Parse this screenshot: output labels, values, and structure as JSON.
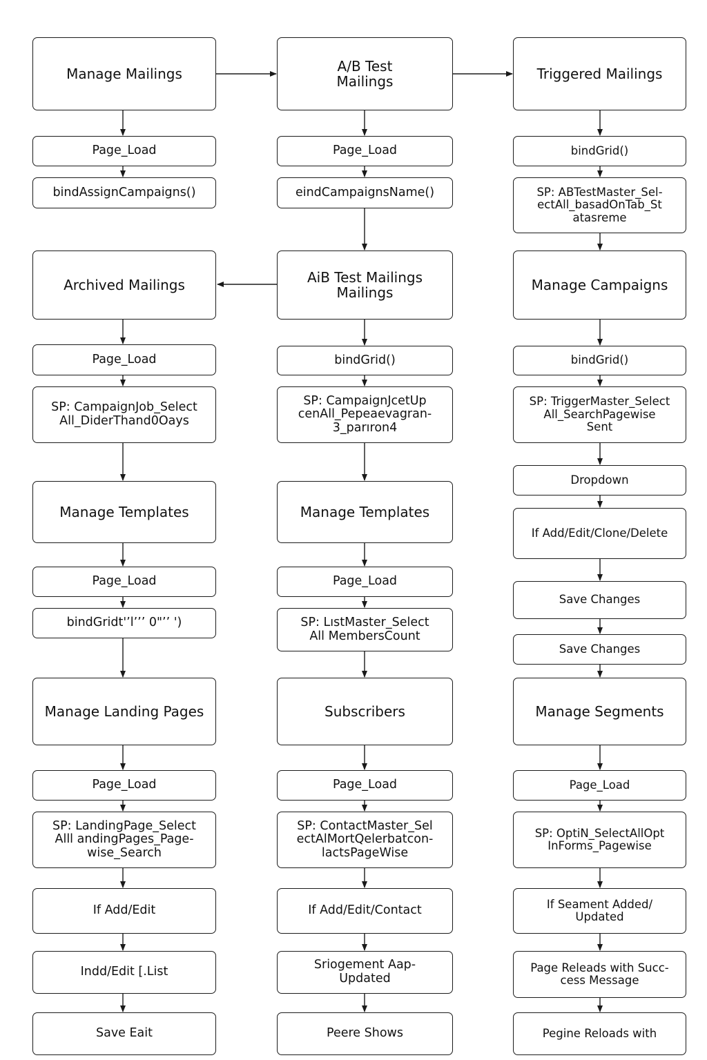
{
  "nodes": {
    "c1": [
      "Manage Mailings",
      "Page_Load",
      "bindAssignCampaigns()",
      "Archived Mailings",
      "Page_Load",
      "SP: CampaignJob_Select\nAll_DiderThand0Oays",
      "Manage Templates",
      "Page_Load",
      "bindGridt'’l’’’ 0\"’’ ')",
      "Manage Landing Pages",
      "Page_Load",
      "SP: LandingPage_Select\nAlll andingPages_Page-\nwise_Search",
      "If Add/Edit",
      "Indd/Edit [.List",
      "Save Eait"
    ],
    "c2": [
      "A/B Test\nMailings",
      "Page_Load",
      "eindCampaignsName()",
      "AiB Test Mailings\nMailings",
      "bindGrid()",
      "SP: CampaignJcetUp\ncenAll_Pepeaevagran-\n3_parıron4",
      "Manage Templates",
      "Page_Load",
      "SP: LıstMaster_Select\nAll MembersCount",
      "Subscribers",
      "Page_Load",
      "SP: ContactMaster_Sel\nectAlMortQelerbatcon-\nlactsPageWise",
      "If Add/Edit/Contact",
      "Sriogement Aap-\nUpdated",
      "Peere Shows"
    ],
    "c3": [
      "Triggered Mailings",
      "bindGrid()",
      "SP: ABTestMaster_Sel-\nectAll_basadOnTab_St\natasreme",
      "Manage Campaigns",
      "bindGrid()",
      "SP: TriggerMaster_Select\nAll_SearchPagewise\nSent",
      "Dropdown",
      "If Add/Edit/Clone/Delete",
      "Save Changes",
      "Save Changes",
      "Manage Segments",
      "Page_Load",
      "SP: OptiN_SelectAllOpt\nInForms_Pagewise",
      "If Seament Added/\nUpdated",
      "Page Releads with Succ-\ncess Message",
      "Pegine Reloads with"
    ]
  },
  "colors": {
    "stroke": "#1a1a1a",
    "background": "#ffffff",
    "text": "#111111"
  }
}
